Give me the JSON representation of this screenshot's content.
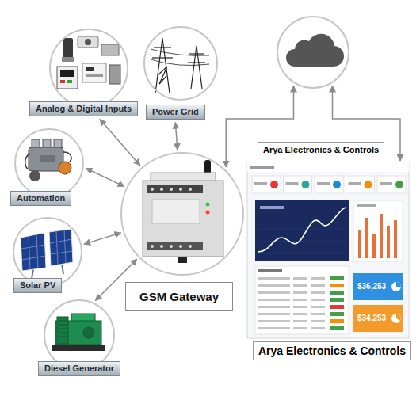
{
  "diagram": {
    "nodes": [
      {
        "text": [
          "Analog & Digital Inputs"
        ]
      },
      {
        "text": [
          "Power Grid"
        ]
      },
      {
        "text": [
          "Arya Electronics & Controls"
        ]
      },
      {
        "text": [
          "Automation"
        ]
      },
      {
        "text": [
          "GSM Gateway"
        ]
      },
      {
        "text": [
          "Solar PV"
        ]
      },
      {
        "text": [
          "Arya Electronics & Controls"
        ]
      },
      {
        "text": [
          "Diesel Generator"
        ]
      }
    ],
    "edges": [
      {
        "from": 0,
        "to": 4,
        "arrow": "both"
      },
      {
        "from": 1,
        "to": 4,
        "arrow": "both"
      },
      {
        "from": 3,
        "to": 4,
        "arrow": "both"
      },
      {
        "from": 5,
        "to": 4,
        "arrow": "both"
      },
      {
        "from": 7,
        "to": 4,
        "arrow": "both"
      },
      {
        "from": 4,
        "to": 2,
        "arrow": "both"
      },
      {
        "from": 2,
        "to": 6,
        "arrow": "both"
      }
    ],
    "labels": [
      "$36,253",
      "$34,253"
    ]
  }
}
